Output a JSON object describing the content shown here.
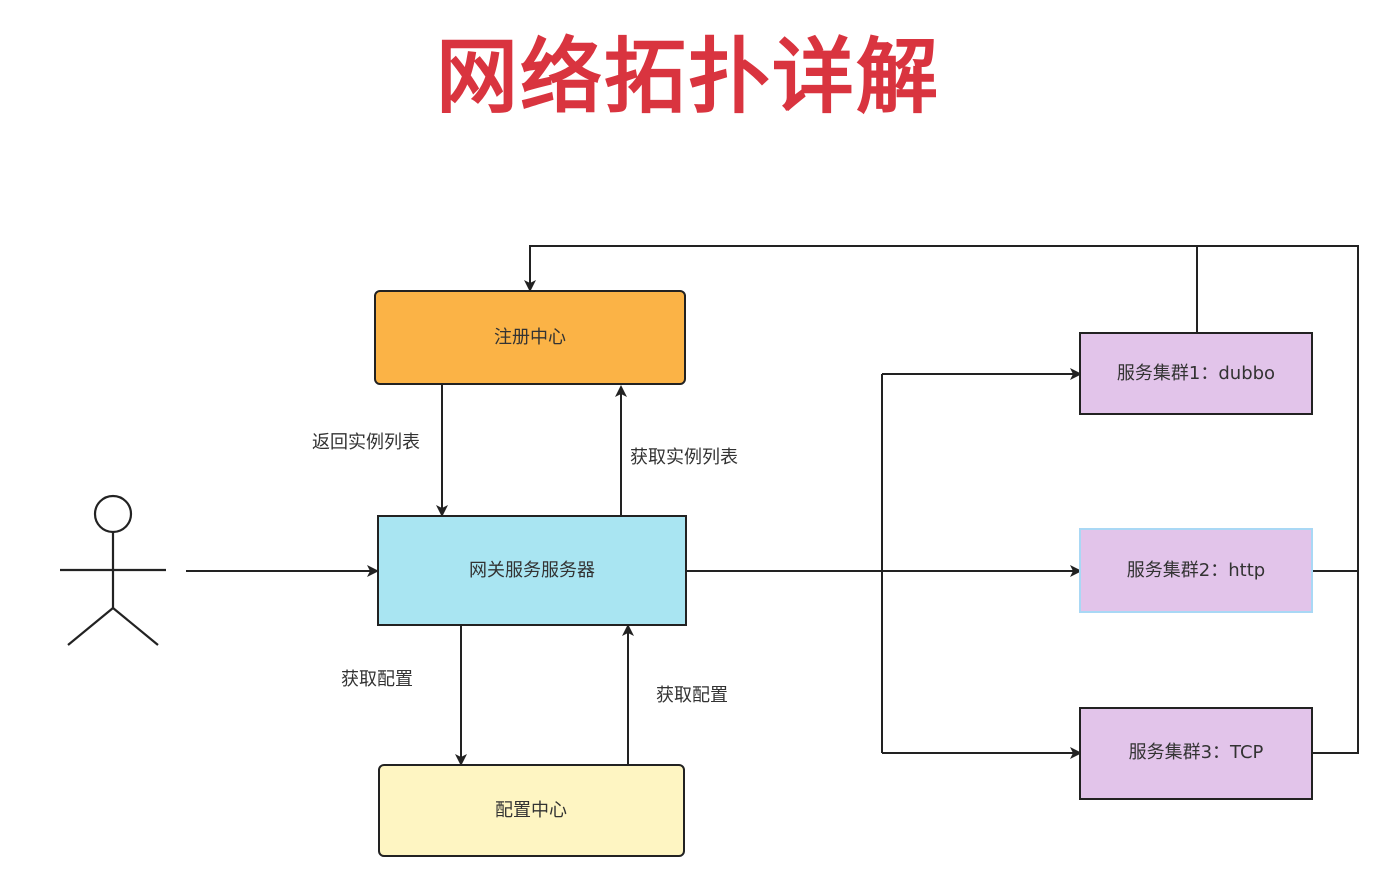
{
  "title": "网络拓扑详解",
  "nodes": {
    "registry": {
      "label": "注册中心",
      "fill": "#fbb346"
    },
    "gateway": {
      "label": "网关服务服务器",
      "fill": "#a9e5f2"
    },
    "config": {
      "label": "配置中心",
      "fill": "#fef5c2"
    },
    "cluster1": {
      "label": "服务集群1：dubbo",
      "fill": "#e2c4ea"
    },
    "cluster2": {
      "label": "服务集群2：http",
      "fill": "#e2c4ea"
    },
    "cluster3": {
      "label": "服务集群3：TCP",
      "fill": "#e2c4ea"
    }
  },
  "edges": {
    "return_instances": "返回实例列表",
    "get_instances": "获取实例列表",
    "get_config_down": "获取配置",
    "get_config_up": "获取配置"
  },
  "actor": {
    "icon": "user-actor-icon"
  }
}
